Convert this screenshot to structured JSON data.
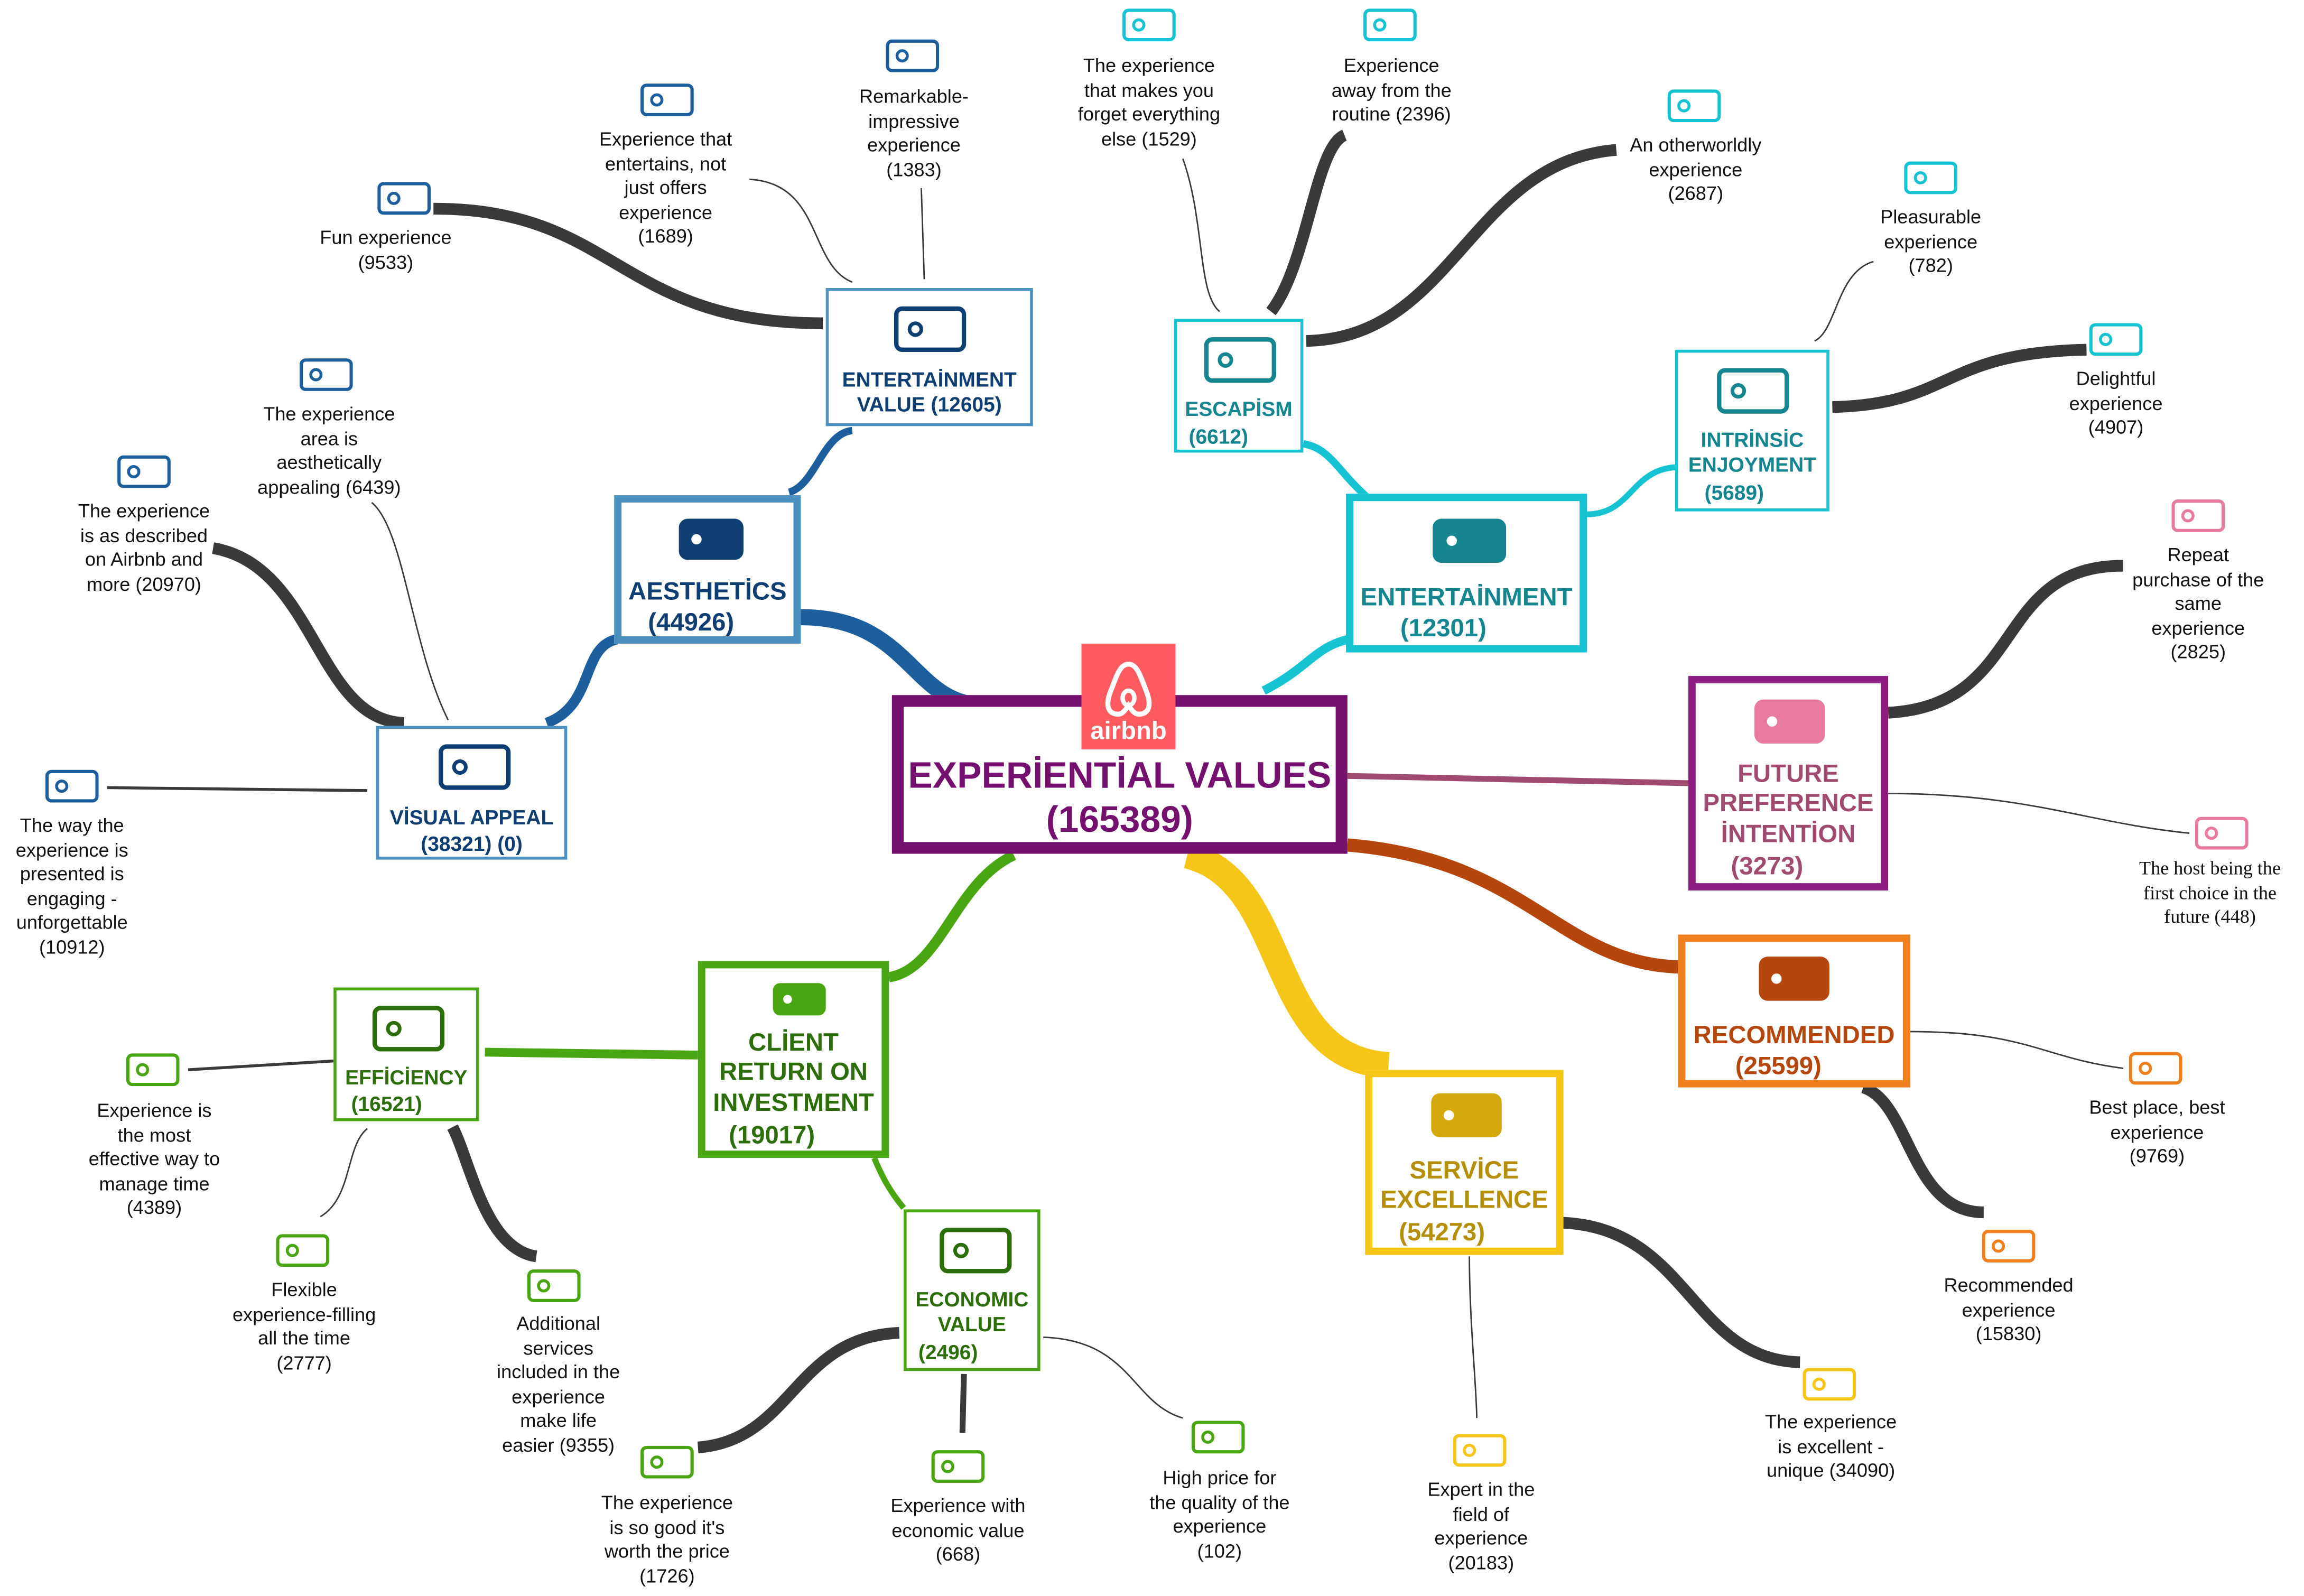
{
  "colors": {
    "central": "#74106e",
    "aesthetics": "#1c5f9c",
    "aesthetics_border": "#4a90c0",
    "aesthetics_text": "#0e3e72",
    "entertainment": "#16c3d3",
    "entertainment_text": "#15858f",
    "future": "#8c1c80",
    "future_text": "#a04a70",
    "future_icon": "#e87aa0",
    "recommended": "#f07f1d",
    "recommended_text": "#b5460d",
    "service": "#f5c518",
    "service_text": "#b58f0a",
    "client": "#4aa513",
    "client_text": "#2b6e0a",
    "leaf_line": "#3a3a3a",
    "airbnb": "#ff5a5f"
  },
  "central": {
    "logo_text": "airbnb",
    "title": "EXPERİENTİAL VALUES",
    "count": "(165389)"
  },
  "categories": {
    "aesthetics": {
      "label": "AESTHETİCS",
      "count": "(44926)"
    },
    "visual_appeal": {
      "label": "VİSUAL APPEAL",
      "count": "(38321) (0)"
    },
    "entertainment_value": {
      "label": "ENTERTAİNMENT\nVALUE (12605)"
    },
    "entertainment": {
      "label": "ENTERTAİNMENT",
      "count": "(12301)"
    },
    "escapism": {
      "label": "ESCAPİSM",
      "count": "(6612)"
    },
    "intrinsic": {
      "label": "INTRİNSİC\nENJOYMENT",
      "count": "(5689)"
    },
    "future": {
      "label": "FUTURE\nPREFERENCE\nİNTENTİON",
      "count": "(3273)"
    },
    "recommended": {
      "label": "RECOMMENDED",
      "count": "(25599)"
    },
    "service": {
      "label": "SERVİCE\nEXCELLENCE",
      "count": "(54273)"
    },
    "client": {
      "label": "CLİENT\nRETURN ON\nINVESTMENT",
      "count": "(19017)"
    },
    "efficiency": {
      "label": "EFFİCİENCY",
      "count": "(16521)"
    },
    "economic": {
      "label": "ECONOMIC\nVALUE",
      "count": "(2496)"
    }
  },
  "leaves": {
    "fun": "Fun experience\n(9533)",
    "entertains": "Experience that\nentertains, not\njust offers\nexperience\n(1689)",
    "remarkable": "Remarkable-\nimpressive\nexperience\n(1383)",
    "area": "The experience\narea is\naesthetically\nappealing (6439)",
    "described": "The experience\nis as described\non Airbnb and\nmore (20970)",
    "presented": "The way the\nexperience is\npresented is\nengaging -\nunforgettable\n(10912)",
    "forget": "The experience\nthat makes you\nforget everything\nelse  (1529)",
    "away": "Experience\naway from the\nroutine  (2396)",
    "otherworldly": "An otherworldly\nexperience\n(2687)",
    "pleasurable": "Pleasurable\nexperience\n(782)",
    "delightful": "Delightful\nexperience\n(4907)",
    "repeat": "Repeat\npurchase of the\nsame\nexperience\n(2825)",
    "host_first": "The host being the\nfirst choice in the\nfuture (448)",
    "best_place": "Best place, best\nexperience\n(9769)",
    "recommended_exp": "Recommended\nexperience\n(15830)",
    "excellent": "The experience\nis excellent -\nunique (34090)",
    "expert": "Expert in the\nfield of\nexperience\n(20183)",
    "high_price": "High price for\nthe quality of the\nexperience\n(102)",
    "econ_value": "Experience with\neconomic value\n(668)",
    "worth": "The experience\nis so good it's\nworth the price\n(1726)",
    "manage_time": "Experience is\nthe most\neffective way to\nmanage time\n(4389)",
    "flexible": "Flexible\nexperience-filling\nall the time\n(2777)",
    "additional": "Additional\nservices\nincluded in the\nexperience\nmake life\neasier (9355)"
  }
}
